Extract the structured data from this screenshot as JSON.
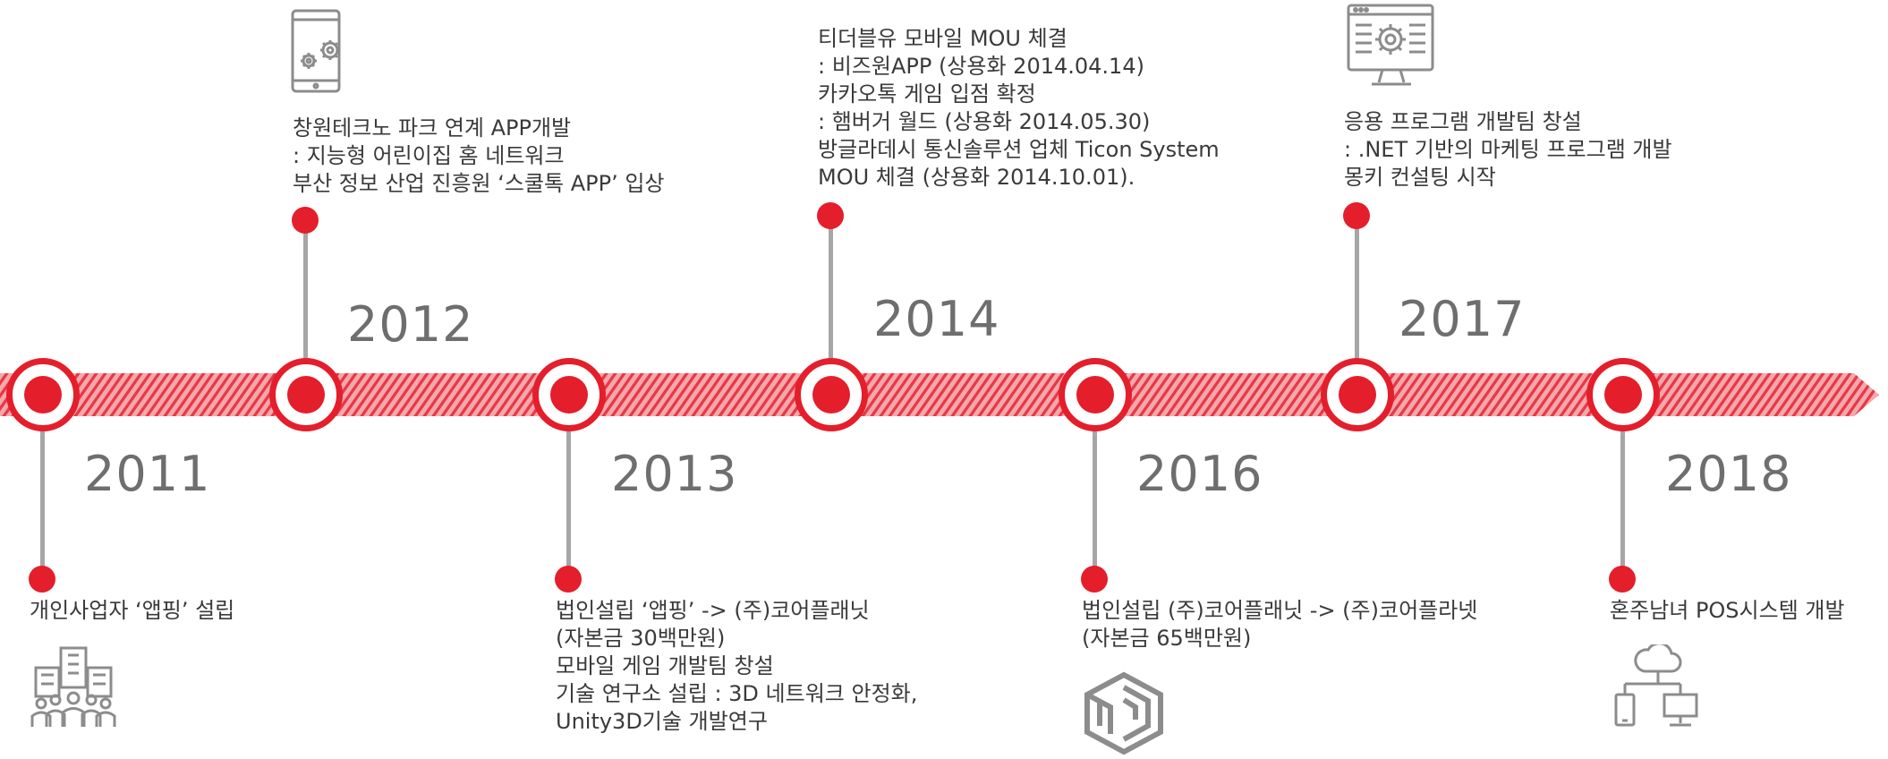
{
  "colors": {
    "accent": "#e41e2b",
    "stem": "#a6a6a6",
    "year": "#6e6e6e",
    "text": "#3a3a3a",
    "icon": "#8c8c8c"
  },
  "timeline": {
    "y2011": {
      "year": "2011",
      "lines": [
        "개인사업자 ‘앱핑’ 설립"
      ],
      "icon": "office-building-people-icon"
    },
    "y2012": {
      "year": "2012",
      "lines": [
        "창원테크노 파크 연계 APP개발",
        ": 지능형 어린이집 홈 네트워크",
        "부산 정보 산업 진흥원 ‘스쿨톡 APP’ 입상"
      ],
      "icon": "tablet-gears-icon"
    },
    "y2013": {
      "year": "2013",
      "lines": [
        "법인설립 ‘앱핑’ -> (주)코어플래닛",
        "(자본금 30백만원)",
        "모바일 게임 개발팀 창설",
        "기술 연구소 설립 : 3D 네트워크 안정화,",
        "Unity3D기술 개발연구"
      ]
    },
    "y2014": {
      "year": "2014",
      "lines": [
        "티더블유 모바일 MOU 체결",
        ": 비즈원APP (상용화 2014.04.14)",
        "카카오톡 게임 입점 확정",
        ": 햄버거 월드 (상용화 2014.05.30)",
        "방글라데시 통신솔루션 업체 Ticon System",
        "MOU 체결 (상용화 2014.10.01)."
      ]
    },
    "y2016": {
      "year": "2016",
      "lines": [
        "법인설립 (주)코어플래닛 -> (주)코어플라넷",
        "(자본금 65백만원)"
      ],
      "icon": "cube-logo-icon"
    },
    "y2017": {
      "year": "2017",
      "lines": [
        "응용 프로그램 개발팀 창설",
        ": .NET 기반의 마케팅 프로그램 개발",
        "몽키 컨설팅 시작"
      ],
      "icon": "monitor-settings-icon"
    },
    "y2018": {
      "year": "2018",
      "lines": [
        "혼주남녀 POS시스템 개발"
      ],
      "icon": "cloud-network-devices-icon"
    }
  }
}
